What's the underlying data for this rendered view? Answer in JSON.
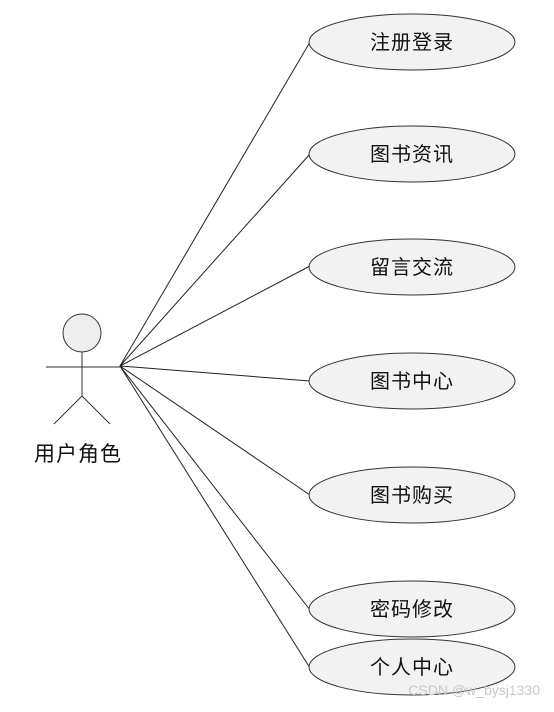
{
  "actor": {
    "label": "用户角色"
  },
  "use_cases": [
    {
      "label": "注册登录"
    },
    {
      "label": "图书资讯"
    },
    {
      "label": "留言交流"
    },
    {
      "label": "图书中心"
    },
    {
      "label": "图书购买"
    },
    {
      "label": "密码修改"
    },
    {
      "label": "个人中心"
    }
  ],
  "watermark": "CSDN @w_bysj1330"
}
